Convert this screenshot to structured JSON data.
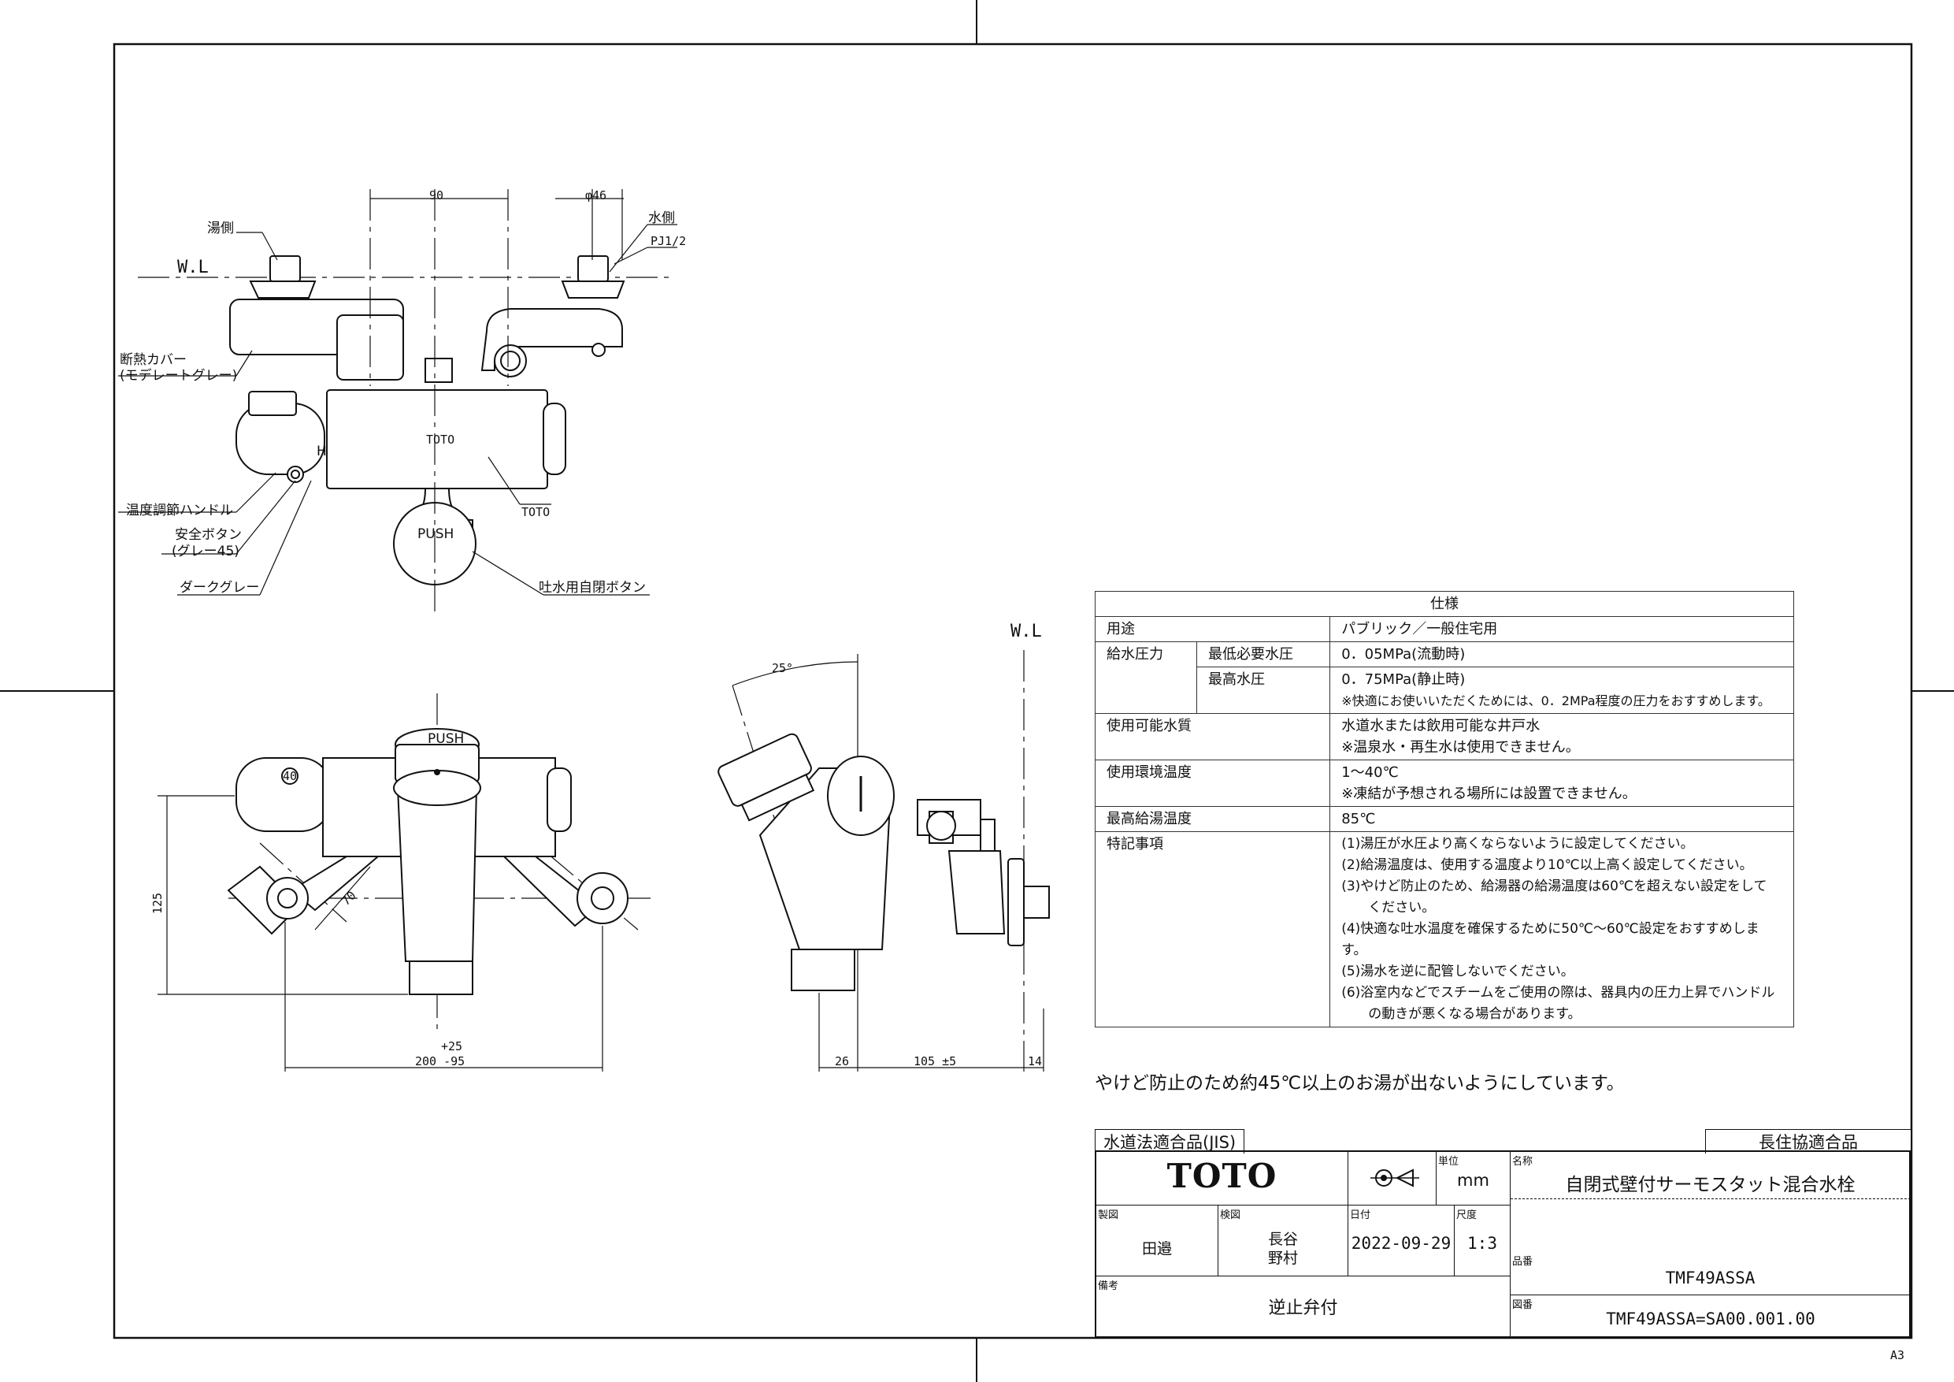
{
  "labels": {
    "hot_side": "湯側",
    "cold_side": "水側",
    "pj": "PJ1/2",
    "wl": "W.L",
    "insulation_cover": "断熱カバー",
    "insulation_color": "(モデレートグレー)",
    "temp_handle": "温度調節ハンドル",
    "safety_button": "安全ボタン",
    "safety_color": "(グレー45)",
    "dark_gray": "ダークグレー",
    "toto_mark": "TOTO",
    "spout_button": "吐水用自閉ボタン",
    "push": "PUSH"
  },
  "dimensions": {
    "d90": "90",
    "dia46": "φ46",
    "d125": "125",
    "d70": "70",
    "d200_tol_plus": "+25",
    "d200": "200 -95",
    "angle25": "25°",
    "d26": "26",
    "d105": "105 ±5",
    "d14": "14",
    "dial_40": "40"
  },
  "spec": {
    "title": "仕様",
    "rows": [
      {
        "label": "用途",
        "value": "パブリック／一般住宅用"
      },
      {
        "label": "給水圧力",
        "sub1": "最低必要水圧",
        "val1": "0．05MPa(流動時)",
        "sub2": "最高水圧",
        "val2": "0．75MPa(静止時)",
        "note2": "※快適にお使いいただくためには、0．2MPa程度の圧力をおすすめします。"
      },
      {
        "label": "使用可能水質",
        "value": "水道水または飲用可能な井戸水",
        "note": "※温泉水・再生水は使用できません。"
      },
      {
        "label": "使用環境温度",
        "value": "1～40℃",
        "note": "※凍結が予想される場所には設置できません。"
      },
      {
        "label": "最高給湯温度",
        "value": "85℃"
      },
      {
        "label": "特記事項",
        "items": [
          "(1)湯圧が水圧より高くならないように設定してください。",
          "(2)給湯温度は、使用する温度より10℃以上高く設定してください。",
          "(3)やけど防止のため、給湯器の給湯温度は60℃を超えない設定をして",
          "　　ください。",
          "(4)快適な吐水温度を確保するために50℃～60℃設定をおすすめします。",
          "(5)湯水を逆に配管しないでください。",
          "(6)浴室内などでスチームをご使用の際は、器具内の圧力上昇でハンドル",
          "　　の動きが悪くなる場合があります。"
        ]
      }
    ]
  },
  "notice": "やけど防止のため約45℃以上のお湯が出ないようにしています。",
  "title_block": {
    "cert_left": "水道法適合品(JIS)",
    "cert_right": "長住協適合品",
    "logo": "TOTO",
    "unit_label": "単位",
    "unit": "mm",
    "name_label": "名称",
    "name": "自閉式壁付サーモスタット混合水栓",
    "drawn_label": "製図",
    "drawn": "田邉",
    "checked_label": "検図",
    "checked1": "長谷",
    "checked2": "野村",
    "date_label": "日付",
    "date": "2022-09-29",
    "scale_label": "尺度",
    "scale": "1:3",
    "part_label": "品番",
    "part": "TMF49ASSA",
    "remarks_label": "備考",
    "remarks": "逆止弁付",
    "dwg_label": "図番",
    "dwg": "TMF49ASSA=SA00.001.00"
  },
  "sheet_size": "A3"
}
